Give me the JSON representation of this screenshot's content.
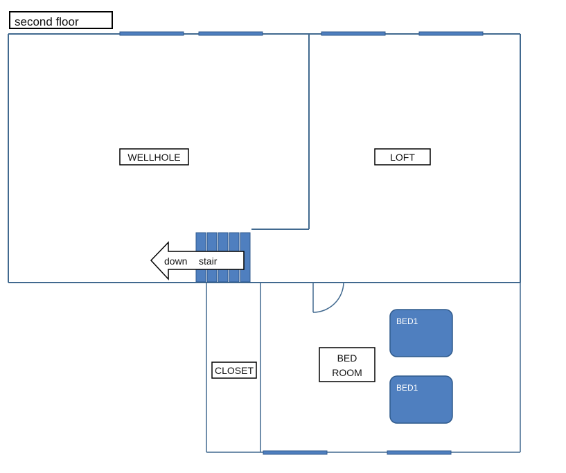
{
  "floor_label": "second floor",
  "rooms": {
    "wellhole": "WELLHOLE",
    "loft": "LOFT",
    "closet": "CLOSET",
    "bedroom_line1": "BED",
    "bedroom_line2": "ROOM"
  },
  "stair": {
    "arrow_word1": "down",
    "arrow_word2": "stair"
  },
  "beds": [
    "BED1",
    "BED1"
  ],
  "colors": {
    "wall": "#41698f",
    "fixture": "#4f7fbf",
    "fixture_border": "#2f5a8c",
    "label_border": "#000000"
  }
}
